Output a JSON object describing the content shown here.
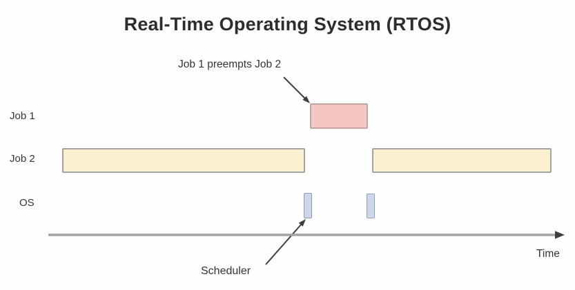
{
  "title": "Real-Time Operating System (RTOS)",
  "annotations": {
    "preempt_label": "Job 1 preempts Job 2",
    "scheduler_label": "Scheduler"
  },
  "rows": {
    "job1": {
      "label": "Job 1"
    },
    "job2": {
      "label": "Job 2"
    },
    "os": {
      "label": "OS"
    }
  },
  "axis": {
    "label": "Time"
  },
  "colors": {
    "title_text": "#2d2d2d",
    "label_text": "#333333",
    "job1_fill": "#f5c7c3",
    "job1_border": "#c0a5a1",
    "job2_fill": "#faf0d0",
    "job2_border": "#a3a3a3",
    "os_fill": "#cdd7ea",
    "os_border": "#8f9db5",
    "axis_line": "#a3a3a3",
    "arrow": "#3f3f3f"
  }
}
